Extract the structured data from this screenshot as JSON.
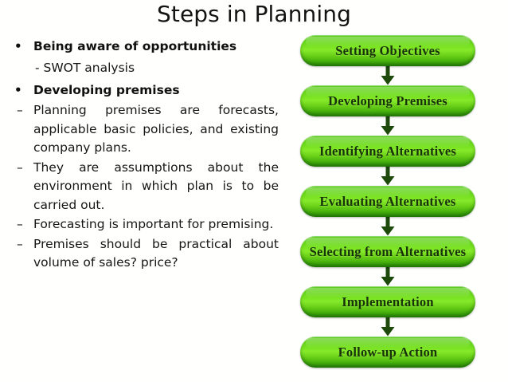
{
  "slide": {
    "title": "Steps in Planning",
    "background_color": "#ffffff"
  },
  "content": {
    "bullets": [
      {
        "level": 1,
        "marker": "•",
        "text": "Being aware of opportunities"
      },
      {
        "level": "plain",
        "marker": "",
        "text": "- SWOT analysis"
      },
      {
        "level": 1,
        "marker": "•",
        "text": "Developing premises"
      },
      {
        "level": 2,
        "marker": "–",
        "text": "Planning premises are forecasts, applicable basic policies, and existing company plans."
      },
      {
        "level": 2,
        "marker": "–",
        "text": "They are assumptions about the environment in which plan is to be carried out."
      },
      {
        "level": 2,
        "marker": "–",
        "text": "Forecasting is important for premising."
      },
      {
        "level": 2,
        "marker": "–",
        "text": "Premises should be practical about volume of sales? price?"
      }
    ]
  },
  "flowchart": {
    "orientation": "vertical",
    "arrow_icon": "down-arrow-icon",
    "box_fill_top": "#4fc512",
    "box_fill_mid": "#86ea2a",
    "box_fill_bottom": "#2f8f07",
    "box_text_color": "#18320a",
    "steps": [
      {
        "label": "Setting Objectives"
      },
      {
        "label": "Developing Premises"
      },
      {
        "label": "Identifying Alternatives"
      },
      {
        "label": "Evaluating Alternatives"
      },
      {
        "label": "Selecting from Alternatives"
      },
      {
        "label": "Implementation"
      },
      {
        "label": "Follow-up Action"
      }
    ]
  }
}
